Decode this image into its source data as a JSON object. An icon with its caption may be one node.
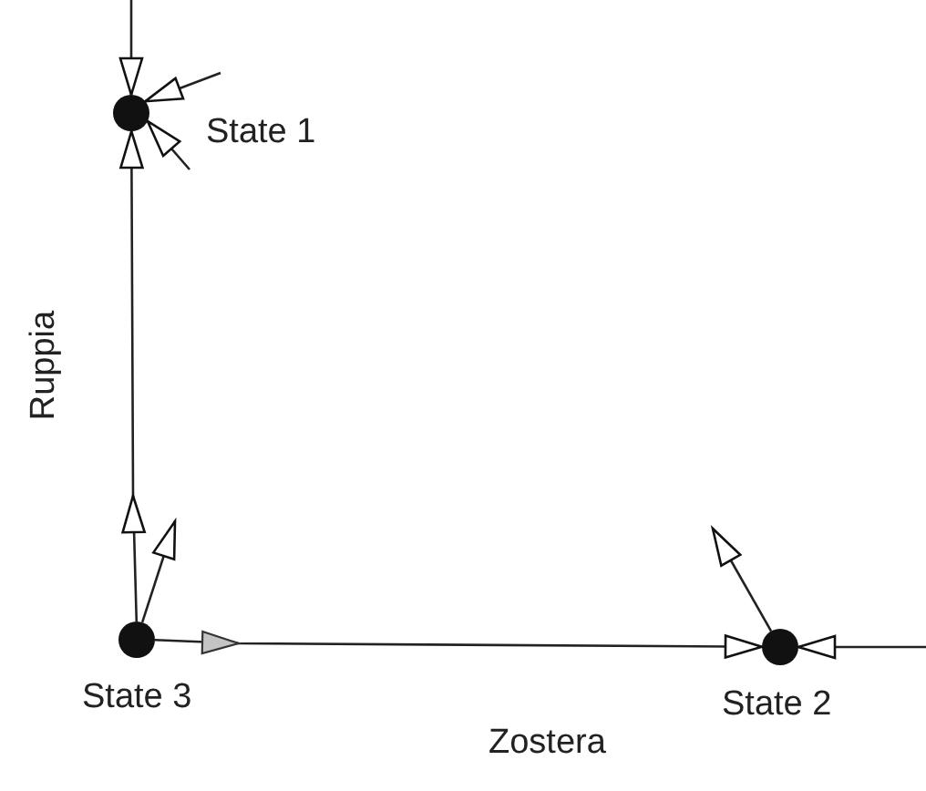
{
  "diagram": {
    "nodes": [
      {
        "text": [],
        "shape": "circle",
        "beside": [
          "State 1"
        ]
      },
      {
        "text": [],
        "shape": "circle",
        "beside": [
          "State 3"
        ]
      },
      {
        "text": [],
        "shape": "circle",
        "beside": [
          "State 2"
        ]
      }
    ],
    "edges": [
      {
        "from": null,
        "to": 0,
        "arrow": "to"
      },
      {
        "from": 1,
        "to": 0,
        "arrow": "to"
      },
      {
        "from": null,
        "to": 0,
        "arrow": "to"
      },
      {
        "from": null,
        "to": 0,
        "arrow": "to"
      },
      {
        "from": 1,
        "to": 2,
        "arrow": "to"
      },
      {
        "from": null,
        "to": 2,
        "arrow": "to"
      },
      {
        "from": 1,
        "to": null,
        "arrow": "to"
      },
      {
        "from": 2,
        "to": null,
        "arrow": "to"
      }
    ],
    "labels": [
      "Ruppia",
      "Zostera"
    ]
  }
}
